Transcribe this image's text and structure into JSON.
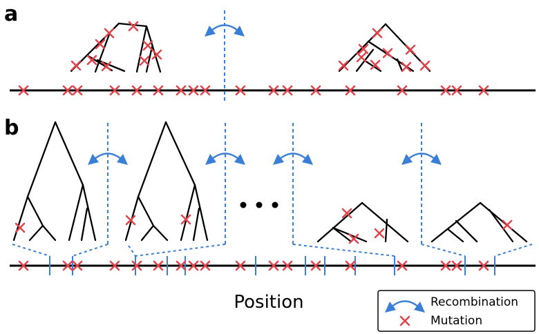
{
  "labels": {
    "panel_a": "a",
    "panel_b": "b",
    "axis": "Position"
  },
  "legend": {
    "recombination": "Recombination",
    "mutation": "Mutation"
  },
  "colors": {
    "recombination": "#3a7fd5",
    "mutation": "#e0454c",
    "tree": "#000000"
  },
  "icons": {
    "recombination": "curved-double-arrow-icon",
    "mutation": "x-cross-icon",
    "ellipsis": "ellipsis-icon"
  }
}
